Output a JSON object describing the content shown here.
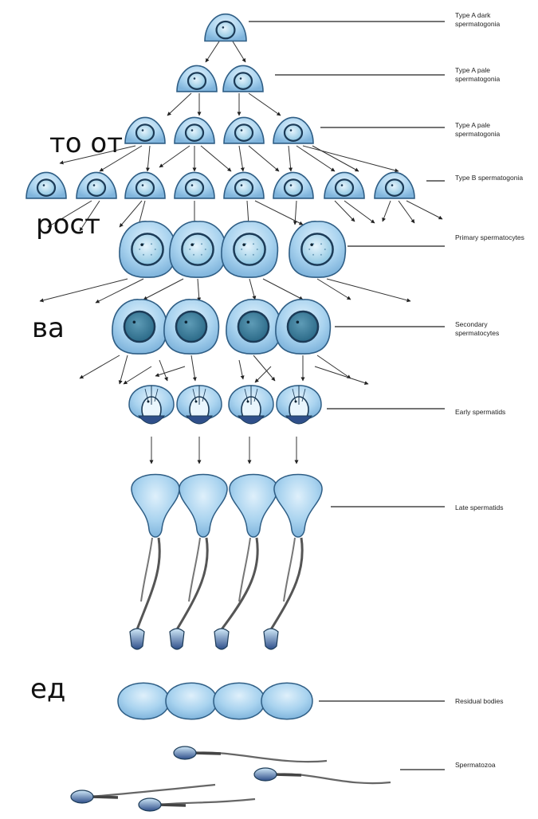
{
  "background_text": [
    "то от",
    "рост",
    "ва",
    "ед"
  ],
  "stages": [
    {
      "label": "Type A dark spermatogonia"
    },
    {
      "label": "Type A pale spermatogonia"
    },
    {
      "label": "Type A pale spermatogonia"
    },
    {
      "label": "Type B spermatogonia"
    },
    {
      "label": "Primary spermatocytes"
    },
    {
      "label": "Secondary spermatocytes"
    },
    {
      "label": "Early spermatids"
    },
    {
      "label": "Late spermatids"
    },
    {
      "label": "Residual bodies"
    },
    {
      "label": "Spermatozoa"
    }
  ],
  "colors": {
    "cell_fill": "#a9d3ef",
    "cell_stroke": "#2f5e85",
    "nucleus_dark": "#3d7d9c",
    "line": "#333333"
  }
}
